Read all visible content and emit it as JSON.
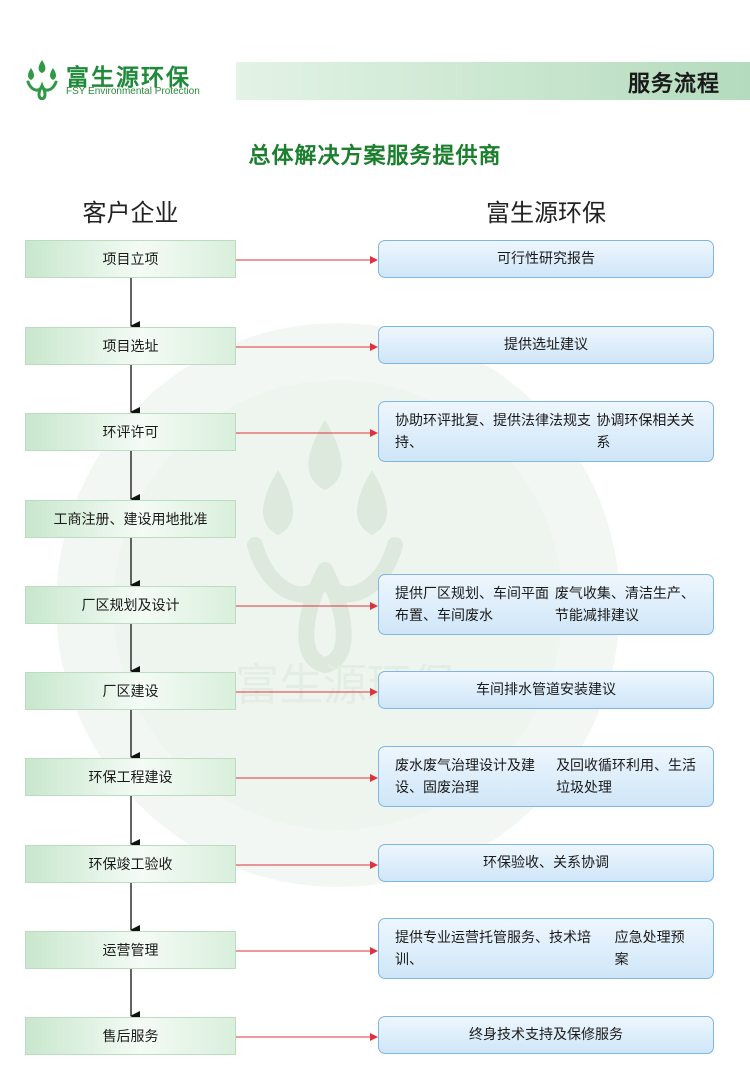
{
  "header": {
    "logo_cn": "富生源环保",
    "logo_en": "FSY Environmental Protection",
    "section_title": "服务流程"
  },
  "main_title": "总体解决方案服务提供商",
  "columns": {
    "left_title": "客户企业",
    "right_title": "富生源环保"
  },
  "steps": [
    {
      "label": "项目立项",
      "service": "可行性研究报告"
    },
    {
      "label": "项目选址",
      "service": "提供选址建议"
    },
    {
      "label": "环评许可",
      "service": "协助环评批复、提供法律法规支持、\n协调环保相关关系"
    },
    {
      "label": "工商注册、建设用地批准",
      "service": ""
    },
    {
      "label": "厂区规划及设计",
      "service": "提供厂区规划、车间平面布置、车间废水\n废气收集、清洁生产、节能减排建议"
    },
    {
      "label": "厂区建设",
      "service": "车间排水管道安装建议"
    },
    {
      "label": "环保工程建设",
      "service": "废水废气治理设计及建设、固废治理\n及回收循环利用、生活垃圾处理"
    },
    {
      "label": "环保竣工验收",
      "service": "环保验收、关系协调"
    },
    {
      "label": "运营管理",
      "service": "提供专业运营托管服务、技术培训、\n应急处理预案"
    },
    {
      "label": "售后服务",
      "service": "终身技术支持及保修服务"
    }
  ],
  "colors": {
    "brand_green": "#1e8a3a",
    "arrow_red": "#e0323c",
    "arrow_black": "#111111",
    "service_border": "#7fb6e3"
  }
}
